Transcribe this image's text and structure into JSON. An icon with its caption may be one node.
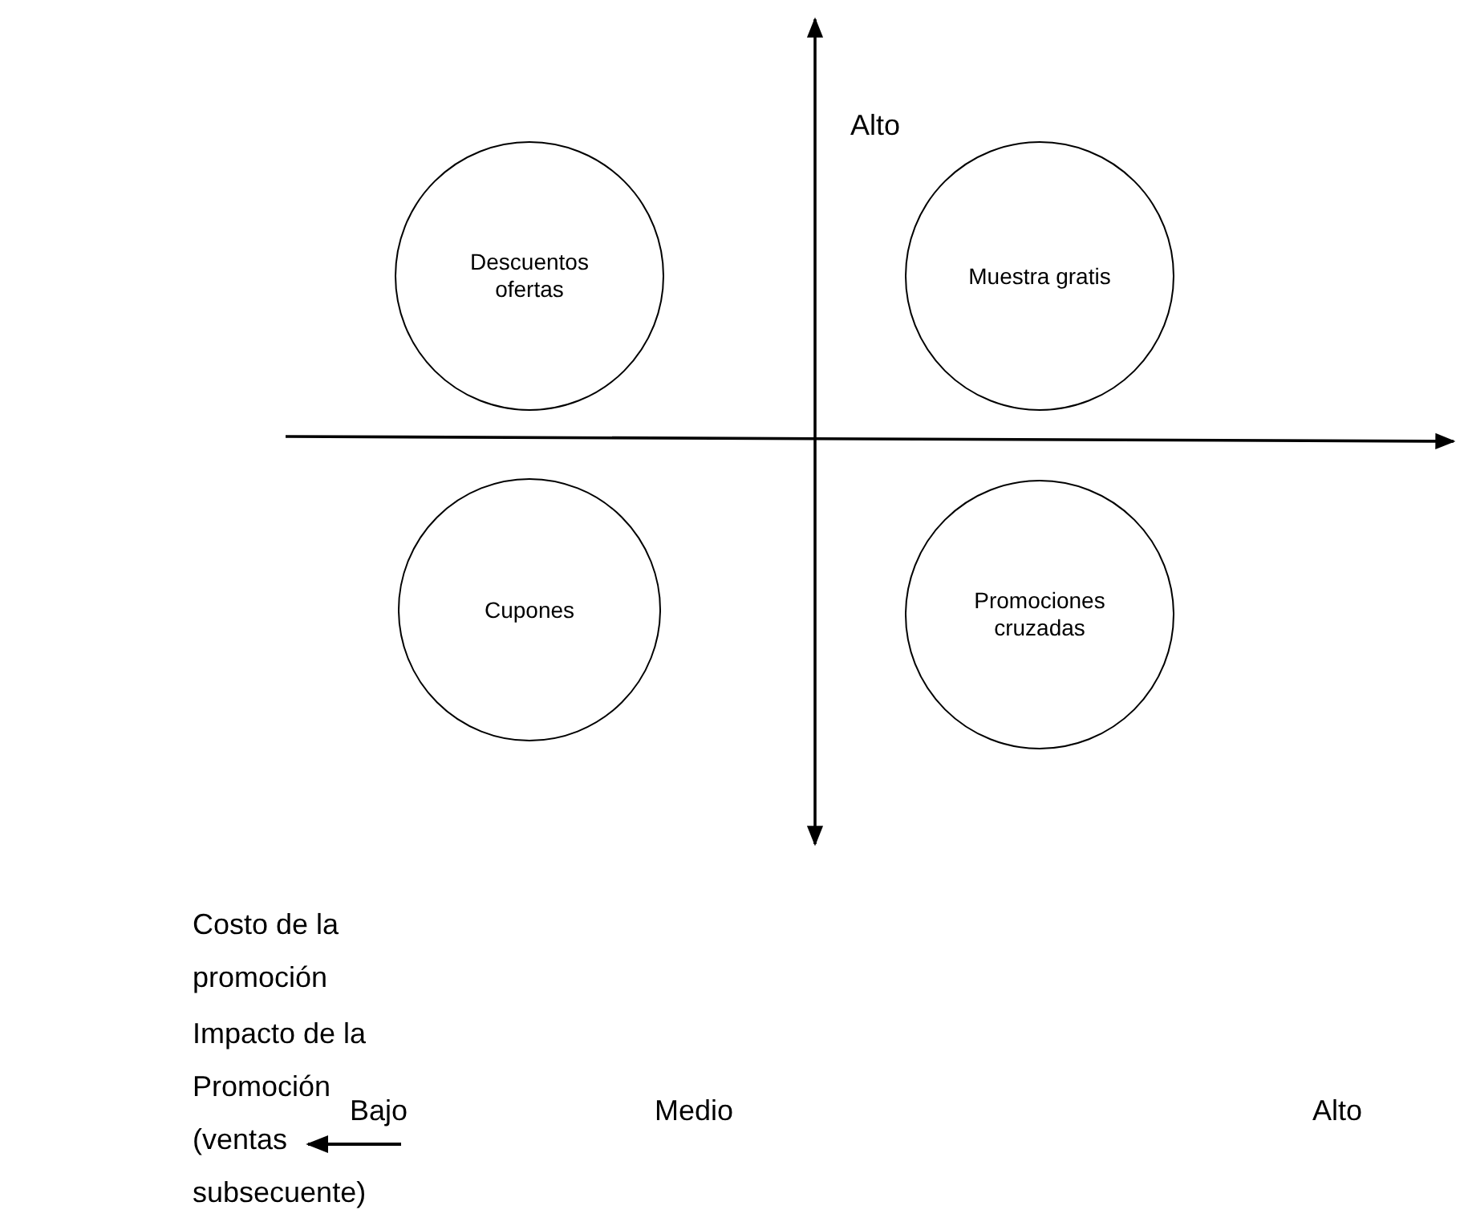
{
  "diagram": {
    "nodes": [
      {
        "text": [
          "Descuentos ofertas"
        ]
      },
      {
        "text": [
          "Muestra gratis"
        ]
      },
      {
        "text": [
          "Cupones"
        ]
      },
      {
        "text": [
          "Promociones cruzadas"
        ]
      }
    ],
    "labels": [
      "Alto",
      "Costo de la promoción",
      "Impacto de la Promoción (ventas subsecuente)",
      "Bajo",
      "Medio",
      "Alto"
    ]
  }
}
